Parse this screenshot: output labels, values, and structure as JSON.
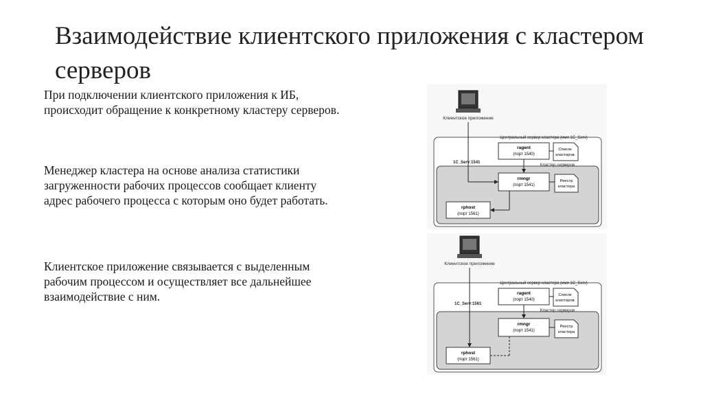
{
  "slide": {
    "title": "Взаимодействие клиентского приложения с кластером серверов",
    "paragraphs": [
      "При подключении клиентского приложения к ИБ, происходит обращение к конкретному кластеру серверов.",
      "Менеджер кластера на основе анализа статистики загруженности рабочих процессов сообщает клиенту адрес рабочего процесса с которым оно будет работать.",
      "Клиентское приложение связывается с выделенным рабочим процессом и осуществляет все дальнейшее взаимодействие с ним."
    ]
  },
  "diagrams": [
    {
      "client_label": "Клиентское приложение",
      "central_label": "Центральный сервер кластера (имя 1С_Serv)",
      "ragent": "ragent",
      "ragent_port": "(порт 1540)",
      "cluster_list": "Список кластеров",
      "connection": "1С_Serv:1541",
      "cluster_servers": "Кластер серверов",
      "rmngr": "rmngr",
      "rmngr_port": "(порт 1541)",
      "registry": "Реестр кластера",
      "rphost": "rphost",
      "rphost_port": "(порт 1561)"
    },
    {
      "client_label": "Клиентское приложение",
      "central_label": "Центральный сервер кластера (имя 1С_Serv)",
      "ragent": "ragent",
      "ragent_port": "(порт 1540)",
      "cluster_list": "Список кластеров",
      "connection": "1С_Serv:1561",
      "cluster_servers": "Кластер серверов",
      "rmngr": "rmngr",
      "rmngr_port": "(порт 1541)",
      "registry": "Реестр кластера",
      "rphost": "rphost",
      "rphost_port": "(порт 1561)"
    }
  ]
}
